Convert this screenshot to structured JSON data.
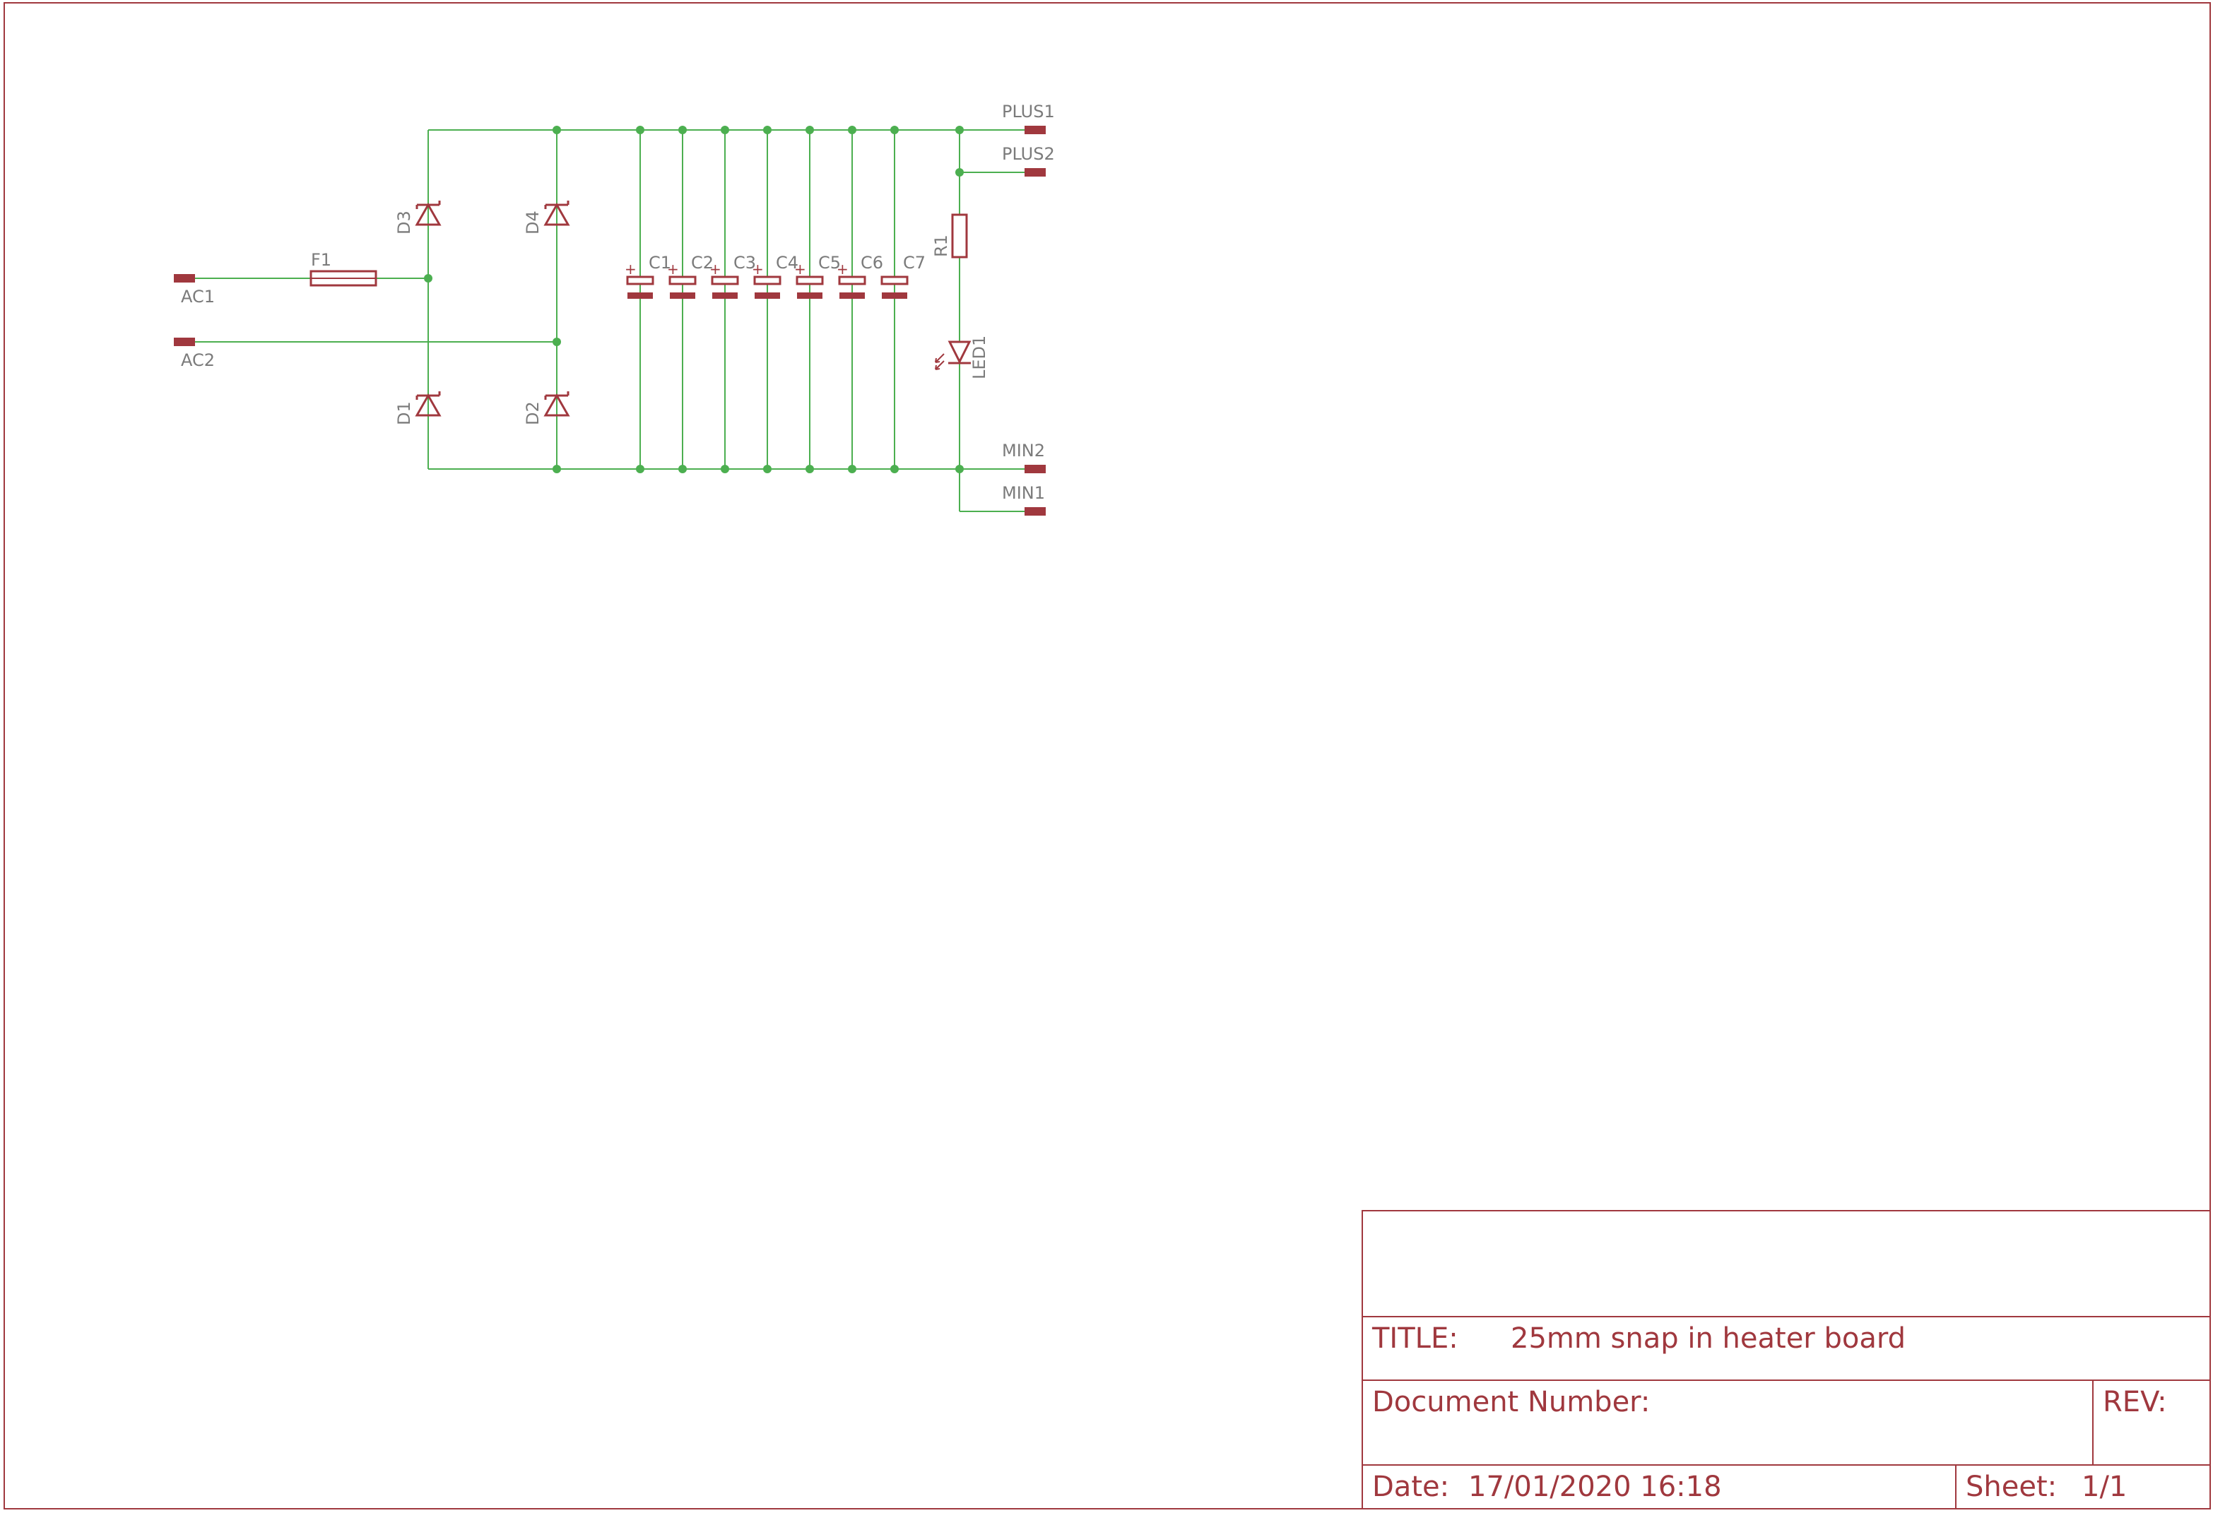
{
  "terminals": {
    "ac1": "AC1",
    "ac2": "AC2",
    "plus1": "PLUS1",
    "plus2": "PLUS2",
    "min1": "MIN1",
    "min2": "MIN2"
  },
  "components": {
    "fuse": "F1",
    "diodes": [
      "D3",
      "D4",
      "D1",
      "D2"
    ],
    "capacitors": [
      "C1",
      "C2",
      "C3",
      "C4",
      "C5",
      "C6",
      "C7"
    ],
    "capacitor_polarity": "+",
    "resistor": "R1",
    "led": "LED1"
  },
  "title_block": {
    "title_label": "TITLE:",
    "title_value": "25mm snap in heater board",
    "doc_number_label": "Document Number:",
    "rev_label": "REV:",
    "date_label": "Date:",
    "date_value": "17/01/2020 16:18",
    "sheet_label": "Sheet:",
    "sheet_value": "1/1"
  },
  "colors": {
    "frame": "#a0383e",
    "wire": "#4caf50",
    "label": "#7b7b7b",
    "background": "#ffffff"
  }
}
